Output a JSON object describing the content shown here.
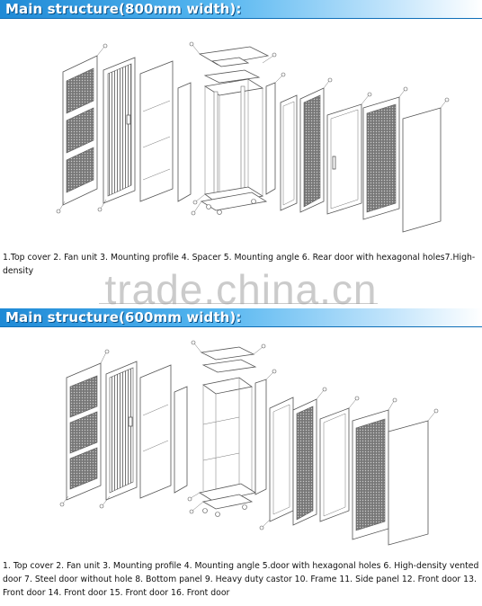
{
  "sections": [
    {
      "title": "Main structure(800mm width):",
      "caption": "1.Top cover 2. Fan unit 3. Mounting profile 4. Spacer 5. Mounting angle 6. Rear door with hexagonal holes7.High-density"
    },
    {
      "title": "Main structure(600mm width):",
      "caption": "1. Top cover 2. Fan unit 3. Mounting profile 4. Mounting angle 5.door with hexagonal holes 6. High-density vented door 7. Steel door without hole 8. Bottom panel 9. Heavy duty castor 10. Frame 11. Side panel 12. Front door 13. Front door 14. Front door 15. Front door 16. Front door"
    }
  ],
  "watermark": "trade.china.cn",
  "colors": {
    "banner_start": "#1f8ad6",
    "banner_end": "#ffffff",
    "title_text": "#ffffff",
    "drawing_line": "#555555"
  }
}
